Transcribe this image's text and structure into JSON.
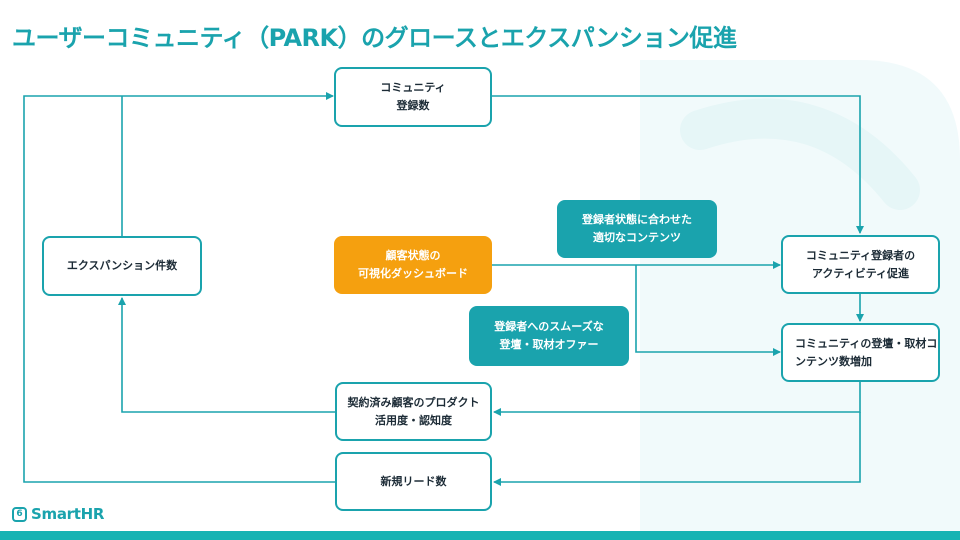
{
  "title": "ユーザーコミュニティ（PARK）のグロースとエクスパンション促進",
  "nodes": {
    "community_registrations": [
      "コミュニティ",
      "登録数"
    ],
    "expansion_count": [
      "エクスパンション件数"
    ],
    "customer_dashboard": [
      "顧客状態の",
      "可視化ダッシュボード"
    ],
    "content_by_state": [
      "登録者状態に合わせた",
      "適切なコンテンツ"
    ],
    "slim_offer": [
      "登録者へのスムーズな",
      "登壇・取材オファー"
    ],
    "member_activity": [
      "コミュニティ登録者の",
      "アクティビティ促進"
    ],
    "content_increase": [
      "コミュニティの登壇・取材コ",
      "ンテンツ数増加"
    ],
    "product_usage": [
      "契約済み顧客のプロダクト",
      "活用度・認知度"
    ],
    "new_leads": [
      "新規リード数"
    ]
  },
  "logo": {
    "mark": "6",
    "text": "SmartHR"
  },
  "colors": {
    "accent": "#1aa3ad",
    "orange": "#f5a00f",
    "text": "#1c2b36",
    "bottom_bar": "#16b3b3"
  }
}
